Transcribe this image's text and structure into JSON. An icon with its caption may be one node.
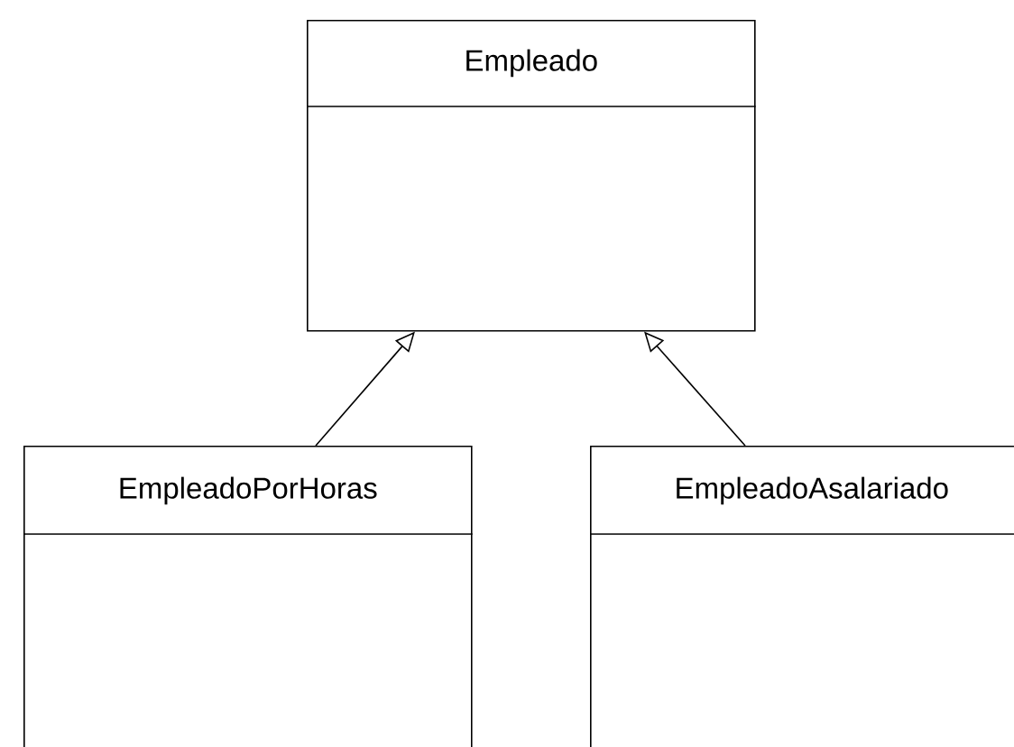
{
  "diagram": {
    "nodes": [
      {
        "text": [
          "Empleado"
        ]
      },
      {
        "text": [
          "EmpleadoPorHoras"
        ]
      },
      {
        "text": [
          "EmpleadoAsalariado"
        ]
      }
    ],
    "edges": [
      {
        "from": 1,
        "to": 0,
        "arrow": "to"
      },
      {
        "from": 2,
        "to": 0,
        "arrow": "to"
      }
    ]
  }
}
